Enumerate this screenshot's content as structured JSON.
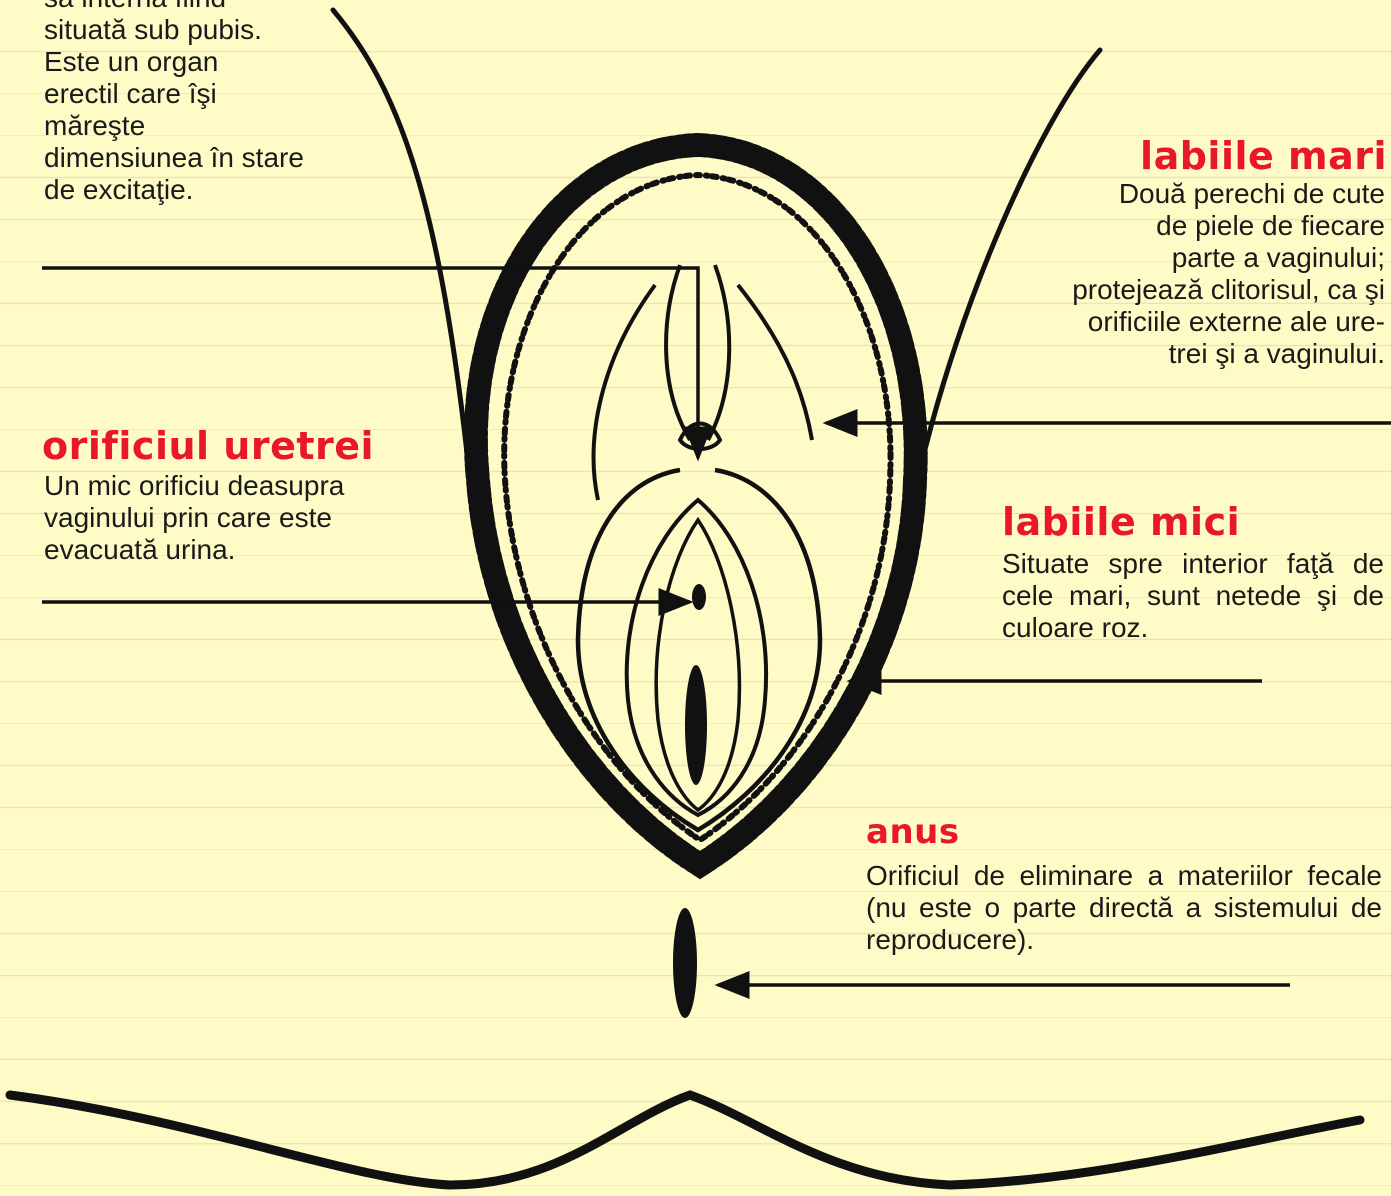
{
  "clitoris": {
    "text_lines": [
      "să internă fiind",
      "situată sub pubis.",
      "Este un organ",
      "erectil care îşi",
      "măreşte",
      "dimensiunea în stare",
      "de excitaţie."
    ]
  },
  "labia_major": {
    "title": "labiile mari",
    "text_lines": [
      "Două perechi de cute",
      "de piele de fiecare",
      "parte a vaginului;",
      "protejează clitorisul, ca şi",
      "orificiile externe ale ure-",
      "trei şi a vaginului."
    ]
  },
  "urethra": {
    "title": "orificiul uretrei",
    "text_lines": [
      "Un mic orificiu deasupra",
      "vaginului prin care este",
      "evacuată urina."
    ]
  },
  "labia_minor": {
    "title": "labiile mici",
    "text": "Situate spre interior faţă de cele mari, sunt netede şi de culoare roz."
  },
  "anus": {
    "title": "anus",
    "text": "Orificiul de eliminare a materiilor fecale (nu este o parte directă a sistemului de reproducere)."
  },
  "colors": {
    "background": "#FEFBC6",
    "title": "#E8172B",
    "ink": "#1a1a1a"
  }
}
